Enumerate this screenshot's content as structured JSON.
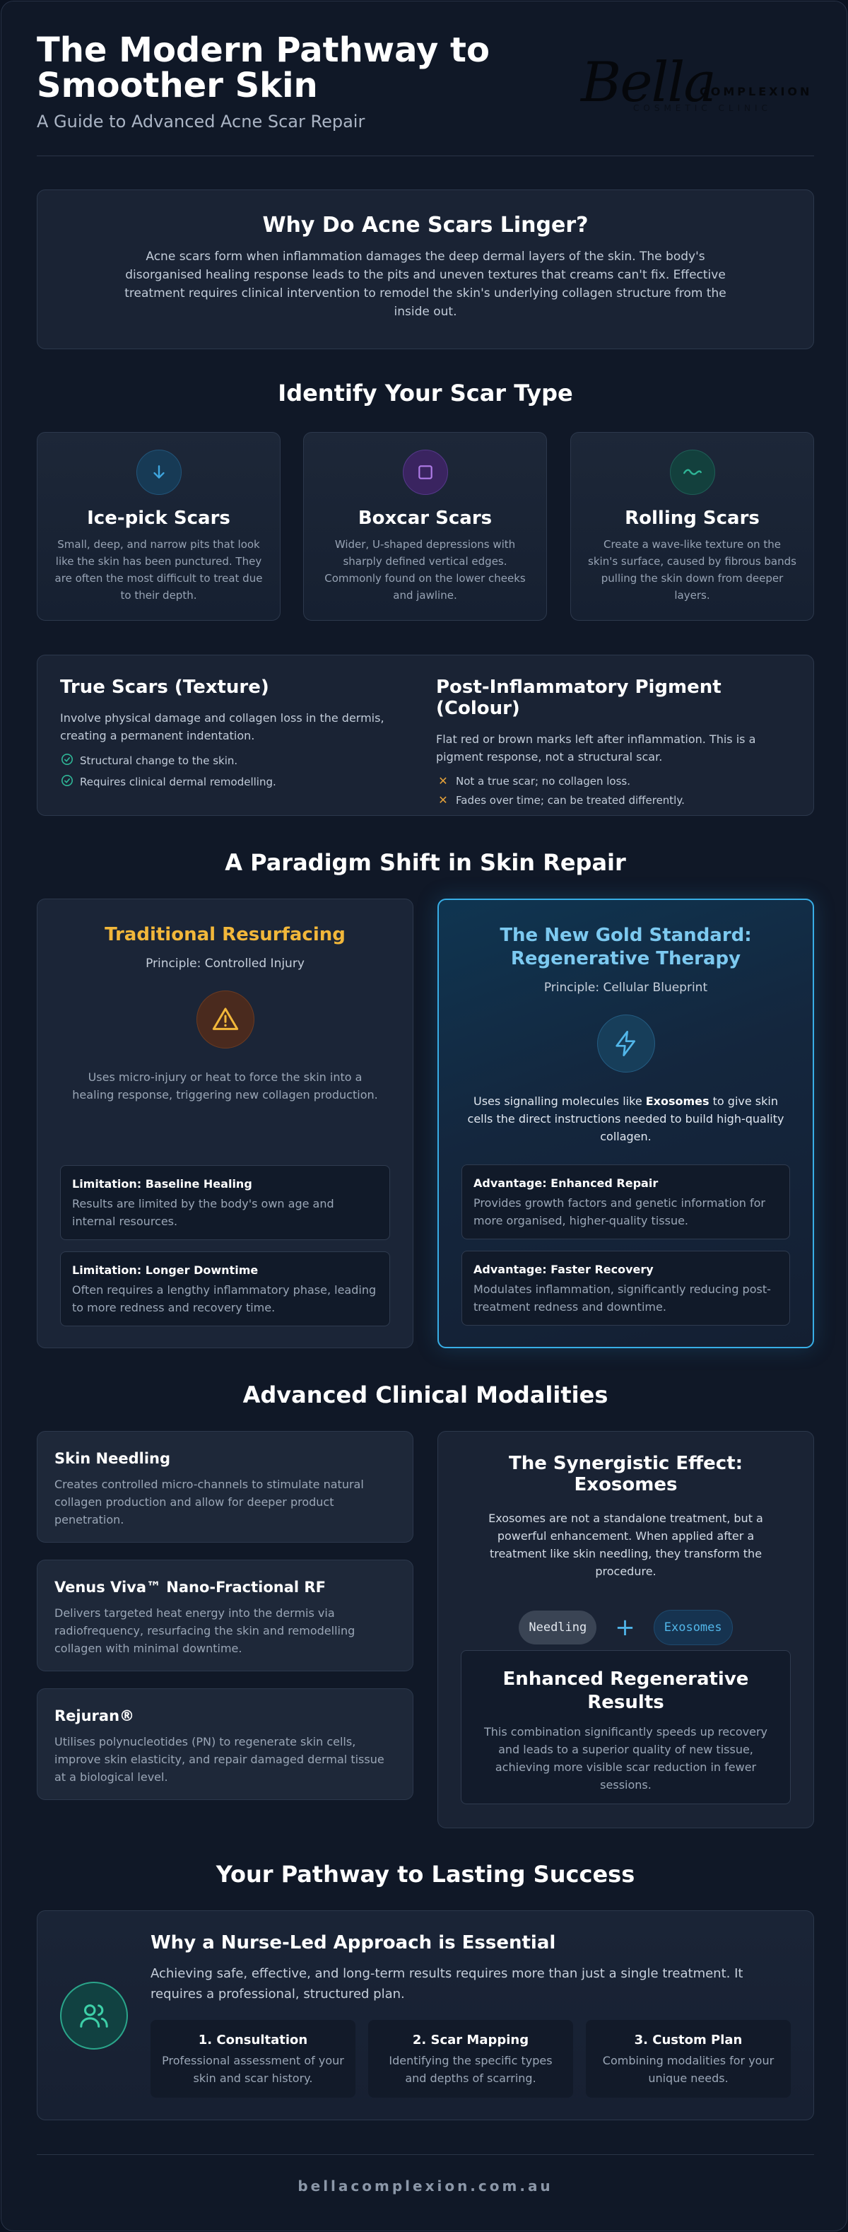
{
  "header": {
    "title": "The Modern Pathway to Smoother Skin",
    "subtitle": "A Guide to Advanced Acne Scar Repair",
    "logo_script": "Bella",
    "logo_word": "COMPLEXION",
    "logo_sub": "COSMETIC CLINIC"
  },
  "why": {
    "title": "Why Do Acne Scars Linger?",
    "text": "Acne scars form when inflammation damages the deep dermal layers of the skin. The body's disorganised healing response leads to the pits and uneven textures that creams can't fix. Effective treatment requires clinical intervention to remodel the skin's underlying collagen structure from the inside out."
  },
  "identify": {
    "title": "Identify Your Scar Type",
    "types": [
      {
        "name": "Ice-pick Scars",
        "desc": "Small, deep, and narrow pits that look like the skin has been punctured. They are often the most difficult to treat due to their depth.",
        "icon": "arrow-down-icon",
        "color": "#3fa7e0"
      },
      {
        "name": "Boxcar Scars",
        "desc": "Wider, U-shaped depressions with sharply defined vertical edges. Commonly found on the lower cheeks and jawline.",
        "icon": "square-icon",
        "color": "#b07ce8"
      },
      {
        "name": "Rolling Scars",
        "desc": "Create a wave-like texture on the skin's surface, caused by fibrous bands pulling the skin down from deeper layers.",
        "icon": "wave-icon",
        "color": "#2fb596"
      }
    ]
  },
  "comparison": {
    "true_scars": {
      "title": "True Scars (Texture)",
      "text": "Involve physical damage and collagen loss in the dermis, creating a permanent indentation.",
      "points": [
        "Structural change to the skin.",
        "Requires clinical dermal remodelling."
      ]
    },
    "pigment": {
      "title": "Post-Inflammatory Pigment (Colour)",
      "text": "Flat red or brown marks left after inflammation. This is a pigment response, not a structural scar.",
      "points": [
        "Not a true scar; no collagen loss.",
        "Fades over time; can be treated differently."
      ]
    }
  },
  "paradigm": {
    "title": "A Paradigm Shift in Skin Repair",
    "traditional": {
      "title": "Traditional Resurfacing",
      "principle": "Principle: Controlled Injury",
      "desc": "Uses micro-injury or heat to force the skin into a healing response, triggering new collagen production.",
      "boxes": [
        {
          "title": "Limitation: Baseline Healing",
          "text": "Results are limited by the body's own age and internal resources."
        },
        {
          "title": "Limitation: Longer Downtime",
          "text": "Often requires a lengthy inflammatory phase, leading to more redness and recovery time."
        }
      ]
    },
    "regenerative": {
      "title": "The New Gold Standard: Regenerative Therapy",
      "principle": "Principle: Cellular Blueprint",
      "desc_before": "Uses signalling molecules like ",
      "desc_bold": "Exosomes",
      "desc_after": " to give skin cells the direct instructions needed to build high-quality collagen.",
      "boxes": [
        {
          "title": "Advantage: Enhanced Repair",
          "text": "Provides growth factors and genetic information for more organised, higher-quality tissue."
        },
        {
          "title": "Advantage: Faster Recovery",
          "text": "Modulates inflammation, significantly reducing post-treatment redness and downtime."
        }
      ]
    }
  },
  "modalities": {
    "title": "Advanced Clinical Modalities",
    "items": [
      {
        "title": "Skin Needling",
        "text": "Creates controlled micro-channels to stimulate natural collagen production and allow for deeper product penetration."
      },
      {
        "title": "Venus Viva™ Nano-Fractional RF",
        "text": "Delivers targeted heat energy into the dermis via radiofrequency, resurfacing the skin and remodelling collagen with minimal downtime."
      },
      {
        "title": "Rejuran®",
        "text": "Utilises polynucleotides (PN) to regenerate skin cells, improve skin elasticity, and repair damaged dermal tissue at a biological level."
      }
    ],
    "synergy": {
      "title": "The Synergistic Effect: Exosomes",
      "text": "Exosomes are not a standalone treatment, but a powerful enhancement. When applied after a treatment like skin needling, they transform the procedure.",
      "pill_a": "Needling",
      "plus": "+",
      "pill_b": "Exosomes",
      "result_title": "Enhanced Regenerative Results",
      "result_text": "This combination significantly speeds up recovery and leads to a superior quality of new tissue, achieving more visible scar reduction in fewer sessions."
    }
  },
  "pathway": {
    "title": "Your Pathway to Lasting Success",
    "card_title": "Why a Nurse-Led Approach is Essential",
    "card_text": "Achieving safe, effective, and long-term results requires more than just a single treatment. It requires a professional, structured plan.",
    "steps": [
      {
        "title": "1. Consultation",
        "text": "Professional assessment of your skin and scar history."
      },
      {
        "title": "2. Scar Mapping",
        "text": "Identifying the specific types and depths of scarring."
      },
      {
        "title": "3. Custom Plan",
        "text": "Combining modalities for your unique needs."
      }
    ]
  },
  "footer": {
    "url": "bellacomplexion.com.au"
  },
  "colors": {
    "accent_blue": "#38aee6",
    "accent_gold": "#f2b73a",
    "accent_teal": "#2fb596",
    "background": "#101827"
  }
}
